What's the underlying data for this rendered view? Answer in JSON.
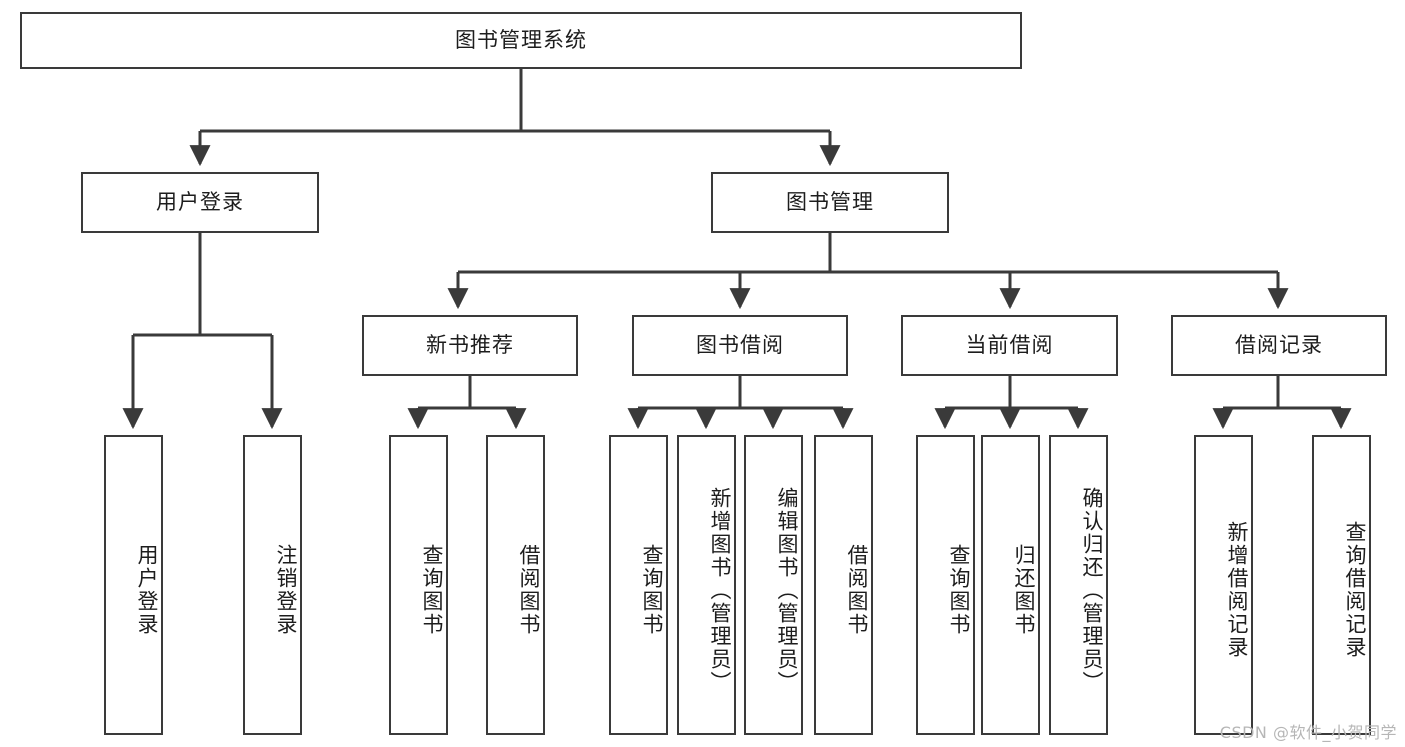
{
  "diagram": {
    "title": "图书管理系统",
    "type": "hierarchy-tree",
    "watermark": "CSDN @软件_小贺同学",
    "colors": {
      "stroke": "#3a3a3a",
      "text": "#1d1d1d",
      "background": "#ffffff",
      "watermark": "#b6b6b6"
    },
    "nodes": {
      "root": {
        "label": "图书管理系统"
      },
      "level1": [
        {
          "label": "用户登录"
        },
        {
          "label": "图书管理"
        }
      ],
      "level2": [
        {
          "label": "新书推荐"
        },
        {
          "label": "图书借阅"
        },
        {
          "label": "当前借阅"
        },
        {
          "label": "借阅记录"
        }
      ],
      "leaves_user_login": [
        {
          "label": "用户登录"
        },
        {
          "label": "注销登录"
        }
      ],
      "leaves_new_books": [
        {
          "label": "查询图书"
        },
        {
          "label": "借阅图书"
        }
      ],
      "leaves_borrow": [
        {
          "label": "查询图书"
        },
        {
          "label": "新增图书（管理员）"
        },
        {
          "label": "编辑图书（管理员）"
        },
        {
          "label": "借阅图书"
        }
      ],
      "leaves_current": [
        {
          "label": "查询图书"
        },
        {
          "label": "归还图书"
        },
        {
          "label": "确认归还（管理员）"
        }
      ],
      "leaves_records": [
        {
          "label": "新增借阅记录"
        },
        {
          "label": "查询借阅记录"
        }
      ]
    }
  }
}
